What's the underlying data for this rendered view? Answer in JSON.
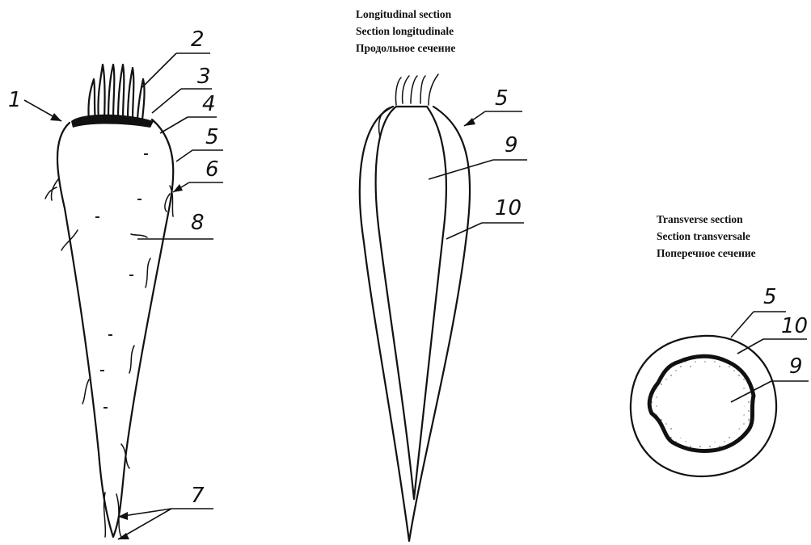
{
  "longitudinal_caption": {
    "line1": "Longitudinal section",
    "line2": "Section longitudinale",
    "line3": "Продольное сечение"
  },
  "transverse_caption": {
    "line1": "Transverse section",
    "line2": "Section transversale",
    "line3": "Поперечное сечение"
  },
  "whole_root_labels": {
    "l1": "1",
    "l2": "2",
    "l3": "3",
    "l4": "4",
    "l5": "5",
    "l6": "6",
    "l7": "7",
    "l8": "8"
  },
  "longitudinal_labels": {
    "l5": "5",
    "l9": "9",
    "l10": "10"
  },
  "transverse_labels": {
    "l5": "5",
    "l10": "10",
    "l9": "9"
  }
}
